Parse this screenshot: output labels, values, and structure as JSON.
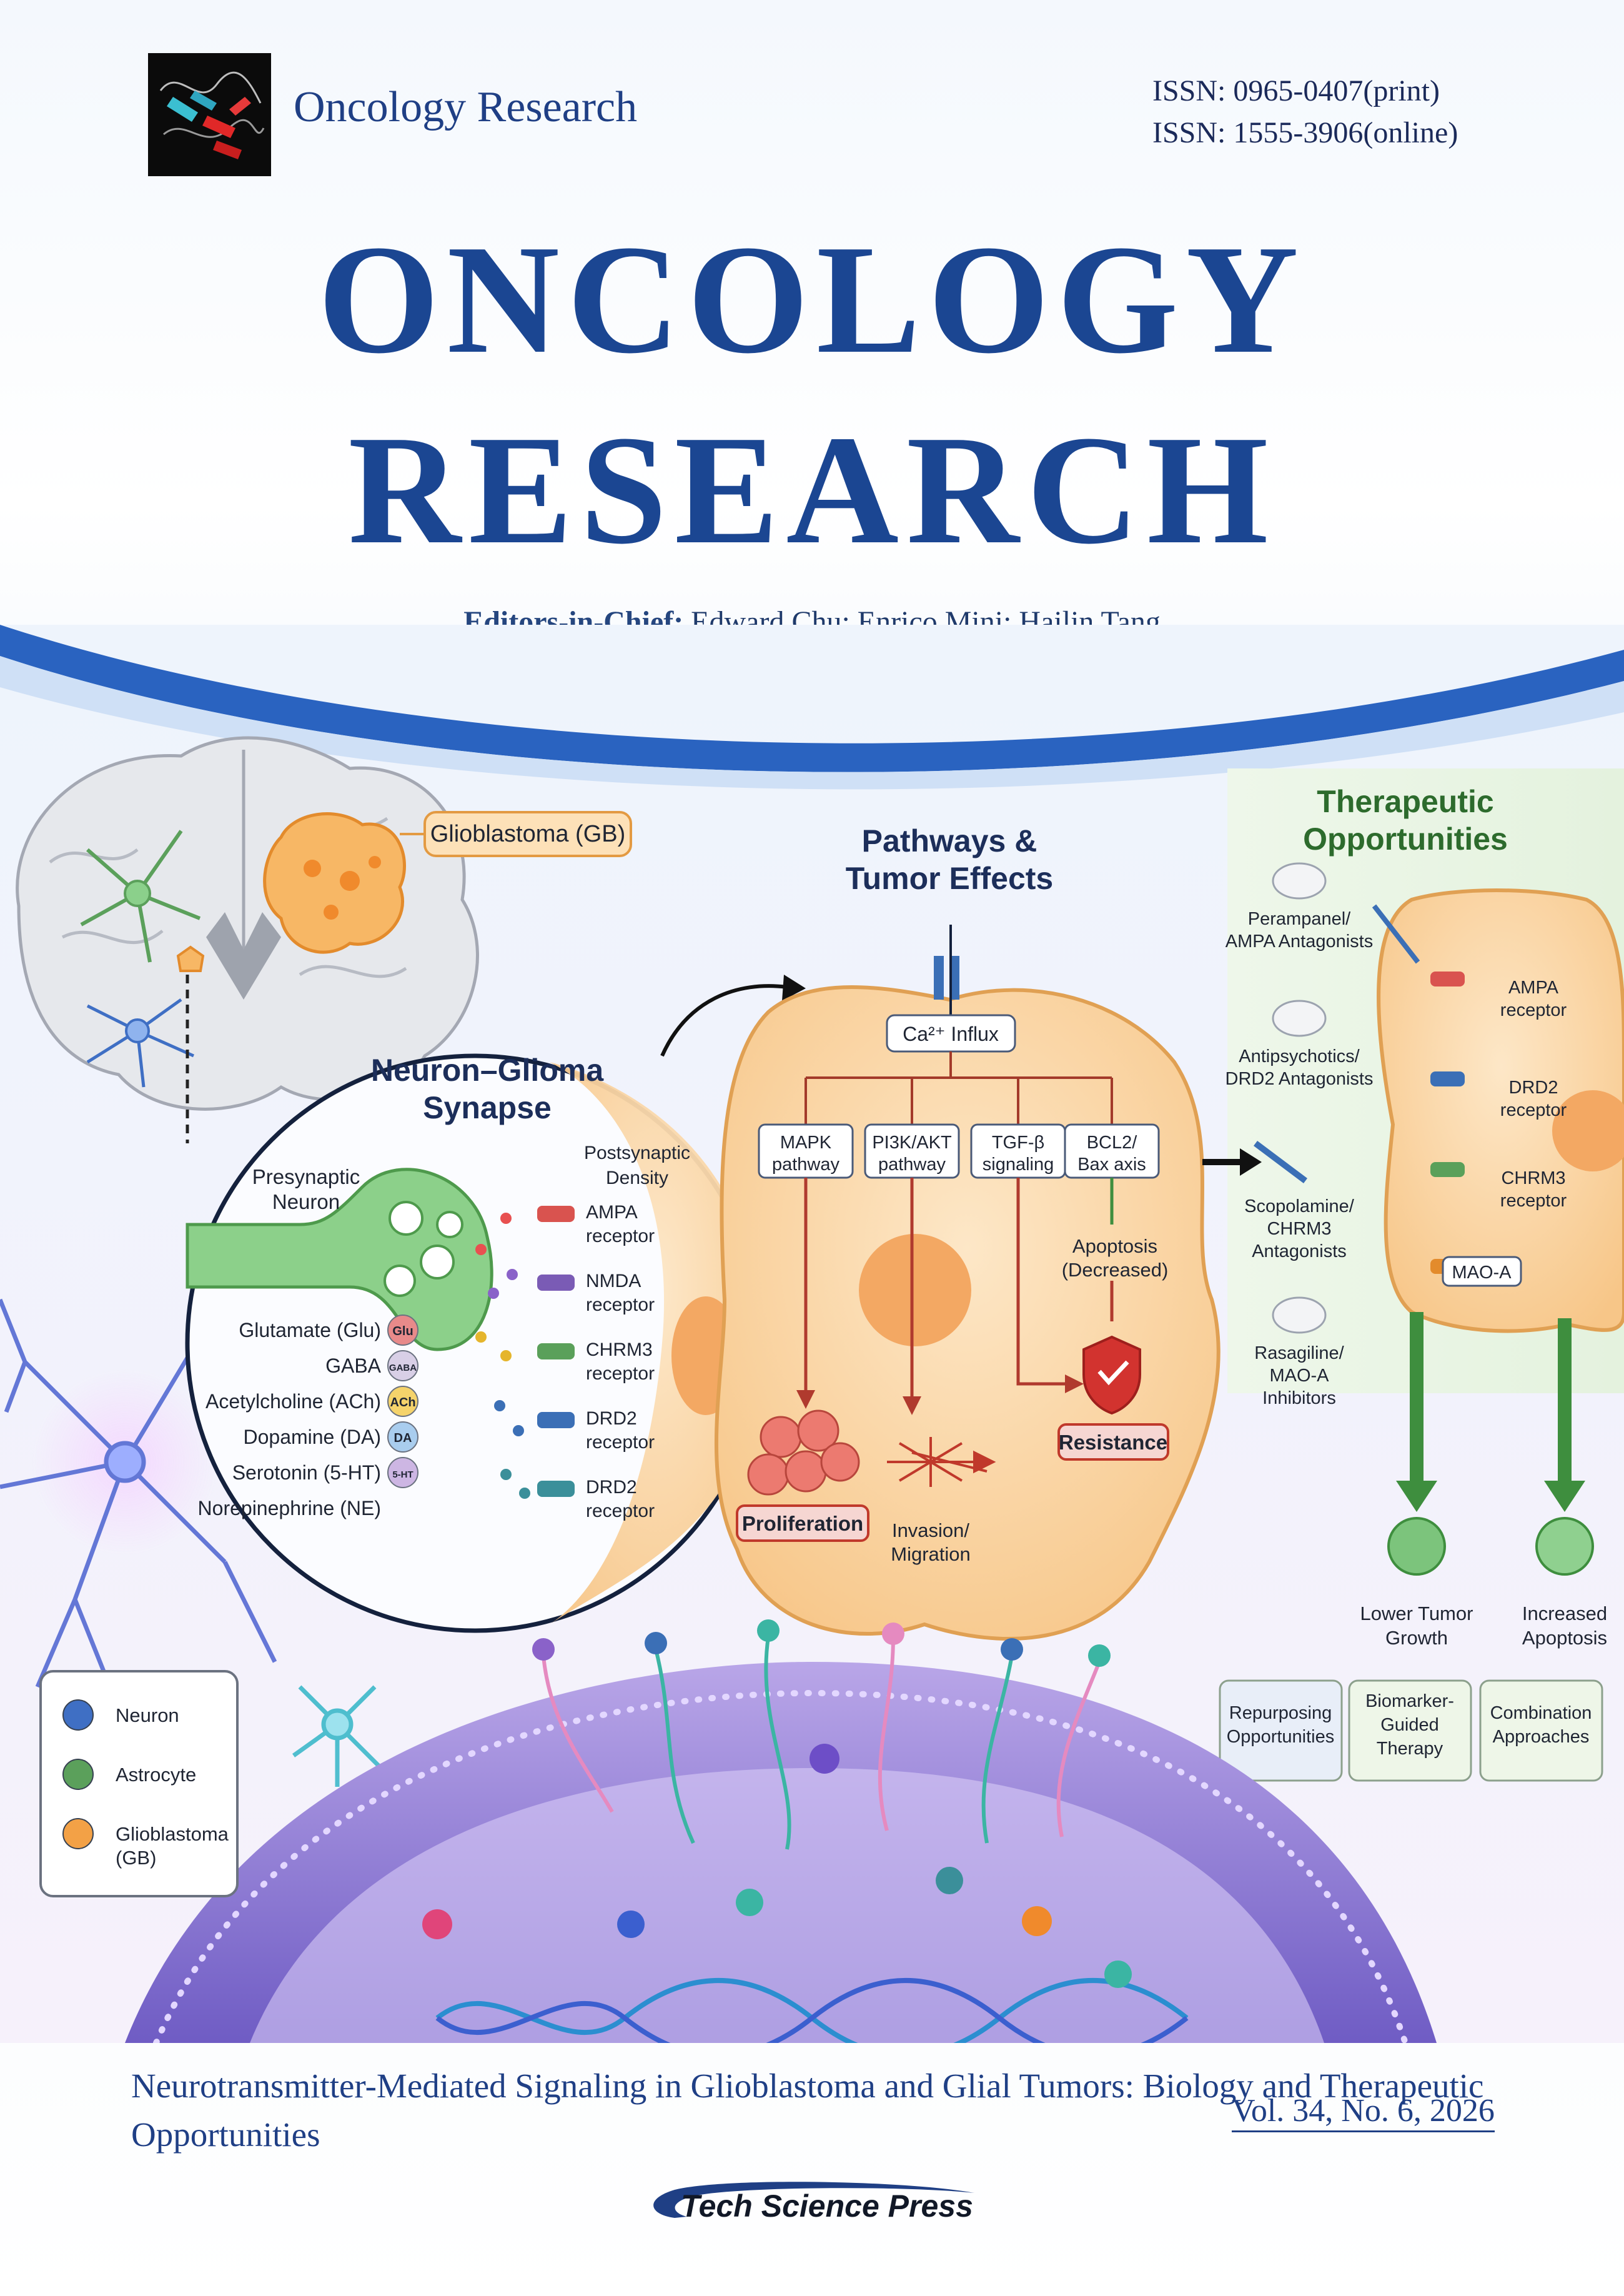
{
  "header": {
    "journal_name": "Oncology Research",
    "issn_print": "ISSN: 0965-0407(print)",
    "issn_online": "ISSN: 1555-3906(online)",
    "title_line_1": "ONCOLOGY",
    "title_line_2": "RESEARCH",
    "editors_label": "Editors-in-Chief:",
    "editors_names": " Edward Chu; Enrico Mini; Hailin Tang"
  },
  "illustration": {
    "brain_label": "Glioblastoma (GB)",
    "synapse_title_1": "Neuron–Glioma",
    "synapse_title_2": "Synapse",
    "presynaptic_1": "Presynaptic",
    "presynaptic_2": "Neuron",
    "postsynaptic_1": "Postsynaptic",
    "postsynaptic_2": "Density",
    "neurotransmitters": [
      {
        "label": "Glutamate (Glu)",
        "badge": "Glu",
        "color": "#e88a8a"
      },
      {
        "label": "GABA",
        "badge": "GABA",
        "color": "#d8cfe6"
      },
      {
        "label": "Acetylcholine (ACh)",
        "badge": "ACh",
        "color": "#f5d36b"
      },
      {
        "label": "Dopamine (DA)",
        "badge": "DA",
        "color": "#a9cdee"
      },
      {
        "label": "Serotonin (5-HT)",
        "badge": "5-HT",
        "color": "#cdb6e3"
      },
      {
        "label": "Norepinephrine (NE)",
        "badge": "",
        "color": ""
      }
    ],
    "receptors": [
      {
        "line1": "AMPA",
        "line2": "receptor",
        "color": "#d9534f"
      },
      {
        "line1": "NMDA",
        "line2": "receptor",
        "color": "#7a5bb5"
      },
      {
        "line1": "CHRM3",
        "line2": "receptor",
        "color": "#5aa05a"
      },
      {
        "line1": "DRD2",
        "line2": "receptor",
        "color": "#3b6fb6"
      },
      {
        "line1": "DRD2",
        "line2": "receptor",
        "color": "#3b8f9a"
      }
    ],
    "pathways_title_1": "Pathways &",
    "pathways_title_2": "Tumor Effects",
    "ca_influx": "Ca²⁺ Influx",
    "pathways": [
      {
        "line1": "MAPK",
        "line2": "pathway"
      },
      {
        "line1": "PI3K/AKT",
        "line2": "pathway"
      },
      {
        "line1": "TGF-β",
        "line2": "signaling"
      },
      {
        "line1": "BCL2/",
        "line2": "Bax axis"
      }
    ],
    "apoptosis_1": "Apoptosis",
    "apoptosis_2": "(Decreased)",
    "resistance": "Resistance",
    "proliferation": "Proliferation",
    "invasion_1": "Invasion/",
    "invasion_2": "Migration",
    "therapeutic_title_1": "Therapeutic",
    "therapeutic_title_2": "Opportunities",
    "drugs": [
      {
        "line1": "Perampanel/",
        "line2": "AMPA Antagonists",
        "line3": ""
      },
      {
        "line1": "Antipsychotics/",
        "line2": "DRD2 Antagonists",
        "line3": ""
      },
      {
        "line1": "Scopolamine/",
        "line2": "CHRM3",
        "line3": "Antagonists"
      },
      {
        "line1": "Rasagiline/",
        "line2": "MAO-A",
        "line3": "Inhibitors"
      }
    ],
    "targets": [
      {
        "line1": "AMPA",
        "line2": "receptor"
      },
      {
        "line1": "DRD2",
        "line2": "receptor"
      },
      {
        "line1": "CHRM3",
        "line2": "receptor"
      },
      {
        "line1": "MAO-A",
        "line2": ""
      }
    ],
    "outcome_1_line1": "Lower Tumor",
    "outcome_1_line2": "Growth",
    "outcome_2_line1": "Increased",
    "outcome_2_line2": "Apoptosis",
    "boxes": [
      {
        "line1": "Repurposing",
        "line2": "Opportunities",
        "line3": ""
      },
      {
        "line1": "Biomarker-",
        "line2": "Guided",
        "line3": "Therapy"
      },
      {
        "line1": "Combination",
        "line2": "Approaches",
        "line3": ""
      }
    ],
    "legend": [
      {
        "label": "Neuron",
        "label2": "",
        "color": "#3f6fc4"
      },
      {
        "label": "Astrocyte",
        "label2": "",
        "color": "#5ba05b"
      },
      {
        "label": "Glioblastoma",
        "label2": "(GB)",
        "color": "#f3a146"
      }
    ]
  },
  "footer": {
    "article_title": "Neurotransmitter-Mediated Signaling in Glioblastoma and Glial Tumors: Biology and Therapeutic Opportunities",
    "volume": "Vol. 34, No. 6, 2026",
    "publisher": "Tech Science Press"
  }
}
